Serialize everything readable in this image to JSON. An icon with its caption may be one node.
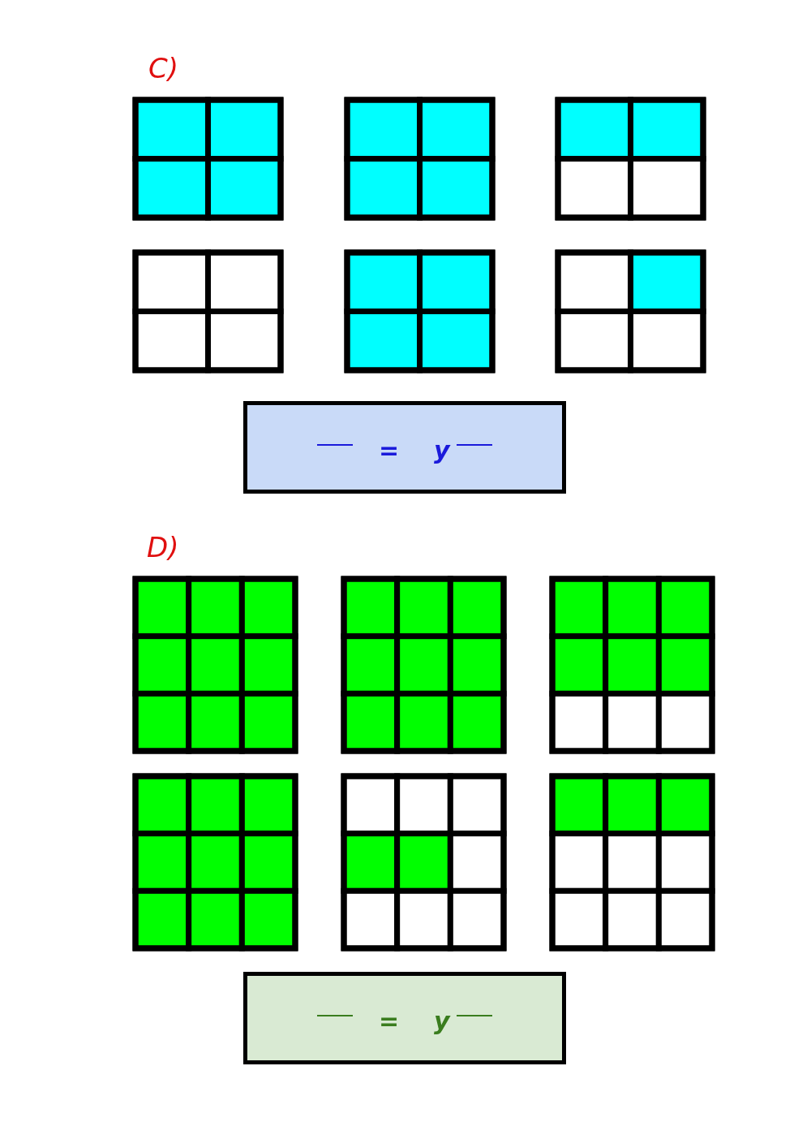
{
  "diagram": {
    "nodes": [
      {
        "text": [
          "=",
          "y"
        ]
      },
      {
        "text": [
          "=",
          "y"
        ]
      }
    ],
    "labels": [
      "C)",
      "D)"
    ]
  }
}
